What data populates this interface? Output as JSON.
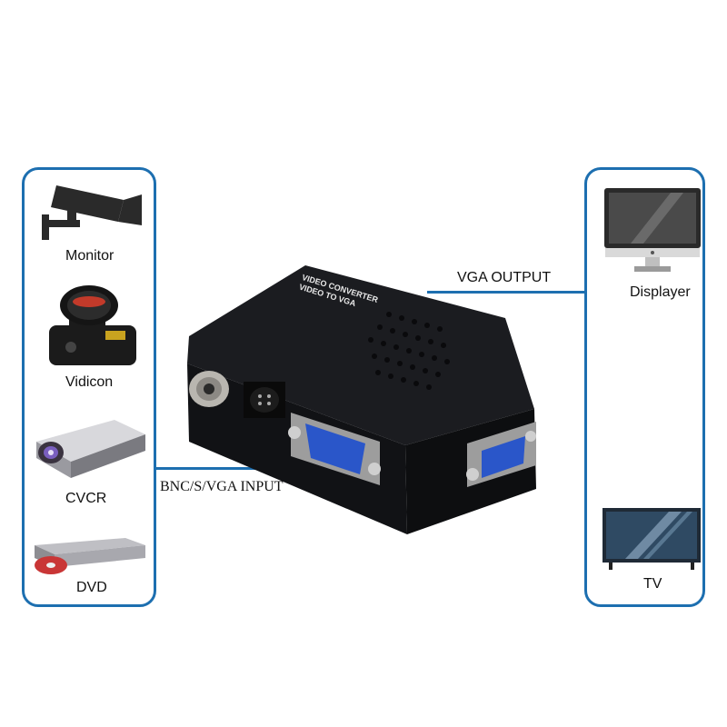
{
  "sources": [
    {
      "label": "Monitor",
      "icon": "cctv-camera-icon"
    },
    {
      "label": "Vidicon",
      "icon": "dslr-camera-icon"
    },
    {
      "label": "CVCR",
      "icon": "projector-icon"
    },
    {
      "label": "DVD",
      "icon": "dvd-player-icon"
    }
  ],
  "outputs": [
    {
      "label": "Displayer",
      "icon": "computer-monitor-icon"
    },
    {
      "label": "TV",
      "icon": "tv-icon"
    }
  ],
  "connectors": {
    "input_label": "BNC/S/VGA INPUT",
    "output_label": "VGA OUTPUT"
  },
  "device": {
    "top_label_line1": "VIDEO CONVERTER",
    "top_label_line2": "VIDEO TO VGA",
    "icon": "video-converter-box-icon"
  },
  "colors": {
    "accent": "#1d6fb0",
    "device": "#16171a",
    "connector_blue": "#2a56c9"
  }
}
